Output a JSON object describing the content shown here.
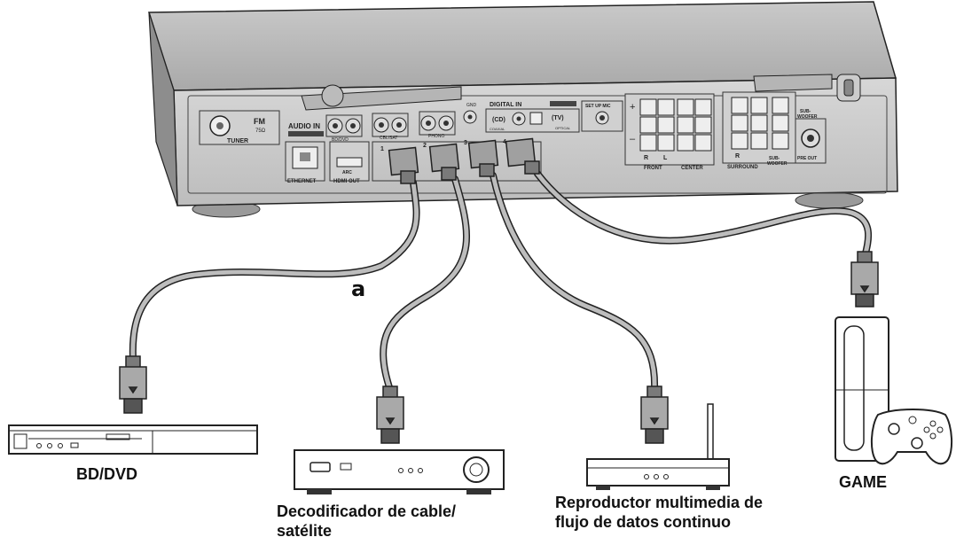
{
  "receiver": {
    "panel_labels": {
      "tuner": "TUNER",
      "fm": "FM",
      "fm_ohm": "75Ω",
      "audio_in": "AUDIO IN",
      "bd_dvd": "BD/DVD",
      "cbl_sat": "CBL/SAT",
      "phono": "PHONO",
      "gnd": "GND",
      "digital_in": "DIGITAL IN",
      "cd": "(CD)",
      "tv": "(TV)",
      "coaxial": "COAXIAL",
      "optical": "OPTICAL",
      "set_up_mic": "SET UP MIC",
      "ethernet": "ETHERNET",
      "hdmi_out": "HDMI OUT",
      "arc": "ARC",
      "hdmi_port_1": "1",
      "hdmi_port_2": "2",
      "hdmi_port_3": "3",
      "hdmi_port_4": "4",
      "front": "FRONT",
      "center": "CENTER",
      "surround": "SURROUND",
      "subwoofer_spk": "SUB-\nWOOFER",
      "r": "R",
      "l": "L",
      "plus": "+",
      "minus": "–",
      "subwoofer": "SUB-\nWOOFER",
      "pre_out": "PRE OUT"
    }
  },
  "callout": "a",
  "devices": {
    "bd_dvd": "BD/DVD",
    "cable_box": "Decodificador de cable/\nsatélite",
    "media_player": "Reproductor multimedia de\nflujo de datos continuo",
    "game": "GAME"
  }
}
